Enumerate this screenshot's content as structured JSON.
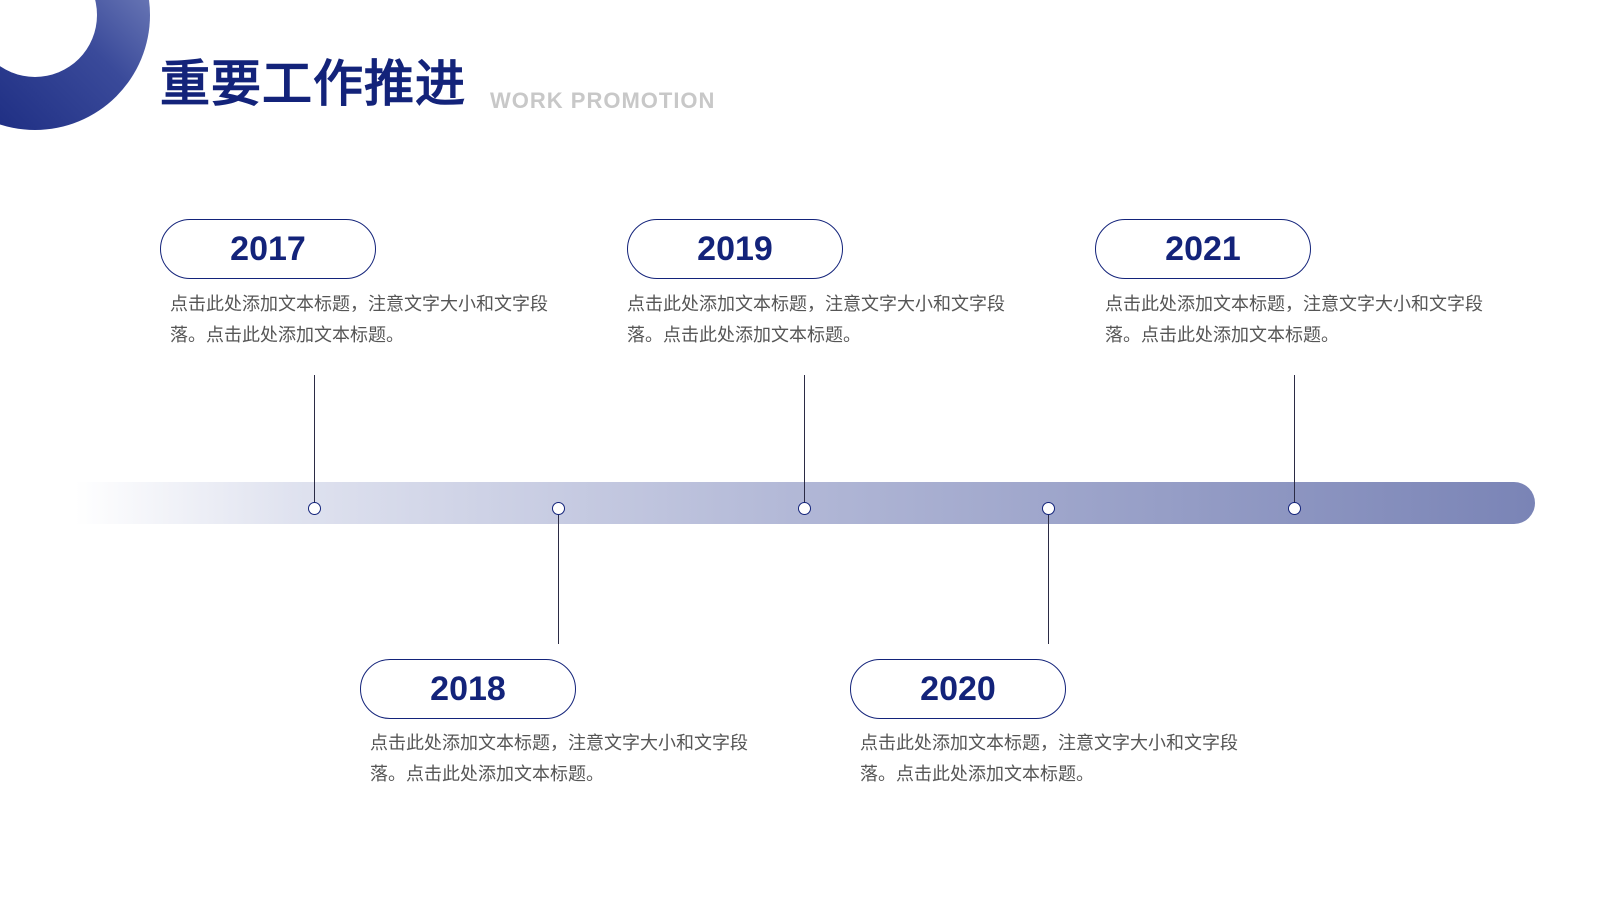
{
  "header": {
    "title": "重要工作推进",
    "subtitle": "WORK PROMOTION"
  },
  "timeline": {
    "items": [
      {
        "year": "2017",
        "text": "点击此处添加文本标题，注意文字大小和文字段落。点击此处添加文本标题。"
      },
      {
        "year": "2018",
        "text": "点击此处添加文本标题，注意文字大小和文字段落。点击此处添加文本标题。"
      },
      {
        "year": "2019",
        "text": "点击此处添加文本标题，注意文字大小和文字段落。点击此处添加文本标题。"
      },
      {
        "year": "2020",
        "text": "点击此处添加文本标题，注意文字大小和文字段落。点击此处添加文本标题。"
      },
      {
        "year": "2021",
        "text": "点击此处添加文本标题，注意文字大小和文字段落。点击此处添加文本标题。"
      }
    ]
  },
  "colors": {
    "primary": "#13237a",
    "subtitle": "#c8c8c8",
    "text": "#555555"
  }
}
